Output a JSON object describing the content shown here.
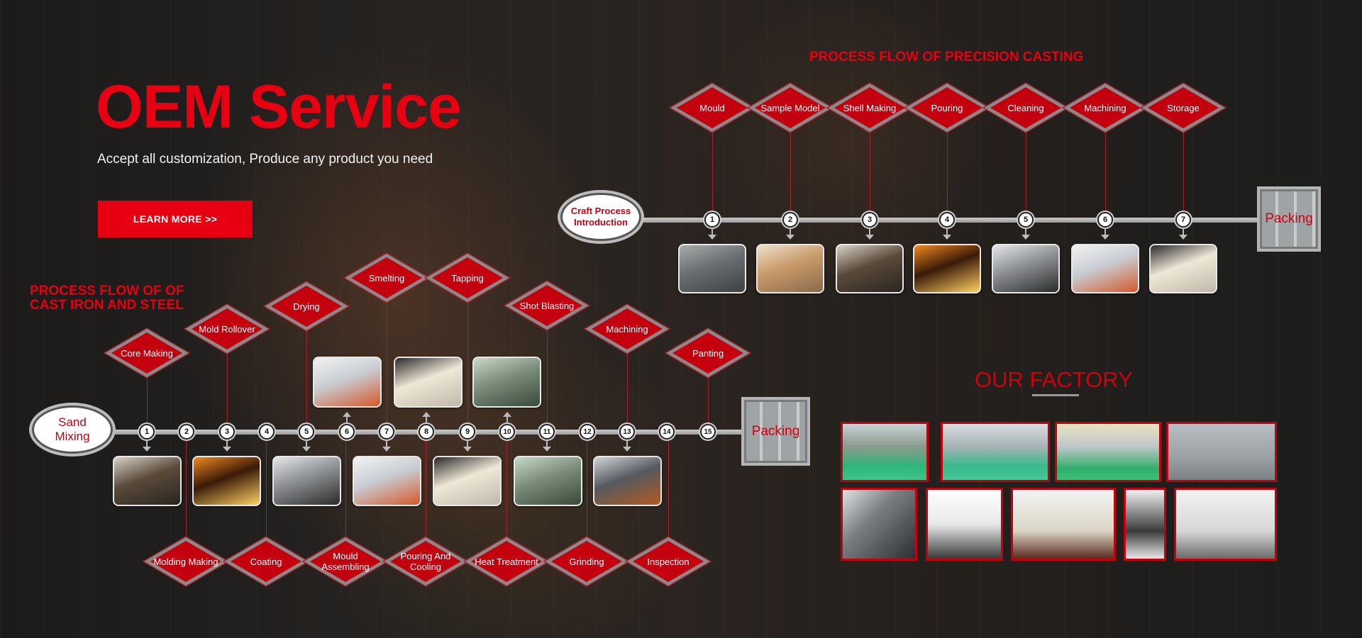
{
  "hero": {
    "title": "OEM Service",
    "subtitle": "Accept all customization, Produce any product you need",
    "cta_label": "LEARN MORE  >>"
  },
  "colors": {
    "accent": "#e60012",
    "diamond_fill": "#c4000f",
    "text_light": "#ffffff"
  },
  "precision": {
    "title": "PROCESS FLOW OF PRECISION CASTING",
    "start_label_line1": "Craft Process",
    "start_label_line2": "Introduction",
    "end_label": "Packing",
    "steps": [
      {
        "num": "1",
        "label": "Mould",
        "photo": "mould-photo"
      },
      {
        "num": "2",
        "label": "Sample Model",
        "photo": "wax-pattern-photo"
      },
      {
        "num": "3",
        "label": "Shell Making",
        "photo": "shell-tree-photo"
      },
      {
        "num": "4",
        "label": "Pouring",
        "photo": "molten-pour-photo"
      },
      {
        "num": "5",
        "label": "Cleaning",
        "photo": "cleaning-photo"
      },
      {
        "num": "6",
        "label": "Machining",
        "photo": "cnc-line-photo"
      },
      {
        "num": "7",
        "label": "Storage",
        "photo": "finished-part-photo"
      }
    ]
  },
  "iron_steel": {
    "title_line1": "PROCESS FLOW OF OF",
    "title_line2": "CAST IRON AND STEEL",
    "start_label_line1": "Sand",
    "start_label_line2": "Mixing",
    "end_label": "Packing",
    "numbers": [
      "1",
      "2",
      "3",
      "4",
      "5",
      "6",
      "7",
      "8",
      "9",
      "10",
      "11",
      "12",
      "13",
      "14",
      "15"
    ],
    "top_steps": [
      {
        "num": "1",
        "label": "Core Making"
      },
      {
        "num": "3",
        "label": "Mold Rollover"
      },
      {
        "num": "5",
        "label": "Drying"
      },
      {
        "num": "7",
        "label": "Smelting"
      },
      {
        "num": "9",
        "label": "Tapping"
      },
      {
        "num": "11",
        "label": "Shot Blasting"
      },
      {
        "num": "13",
        "label": "Machining"
      },
      {
        "num": "15",
        "label": "Panting"
      }
    ],
    "bottom_steps": [
      {
        "num": "2",
        "label": "Molding Making"
      },
      {
        "num": "4",
        "label": "Coating"
      },
      {
        "num": "6",
        "label": "Mould Assembling"
      },
      {
        "num": "8",
        "label": "Pouring And Cooling"
      },
      {
        "num": "10",
        "label": "Heat Treatment"
      },
      {
        "num": "12",
        "label": "Grinding"
      },
      {
        "num": "14",
        "label": "Inspection"
      }
    ]
  },
  "factory": {
    "title": "OUR FACTORY",
    "photos_row1": [
      "assembly-line-photo",
      "sand-plant-photo",
      "machining-hall-photo",
      "dust-collector-photo"
    ],
    "photos_row2": [
      "brake-drum-gauge-photo",
      "cmm-photo",
      "control-room-photo",
      "hardness-tester-photo",
      "edm-machine-photo"
    ]
  }
}
